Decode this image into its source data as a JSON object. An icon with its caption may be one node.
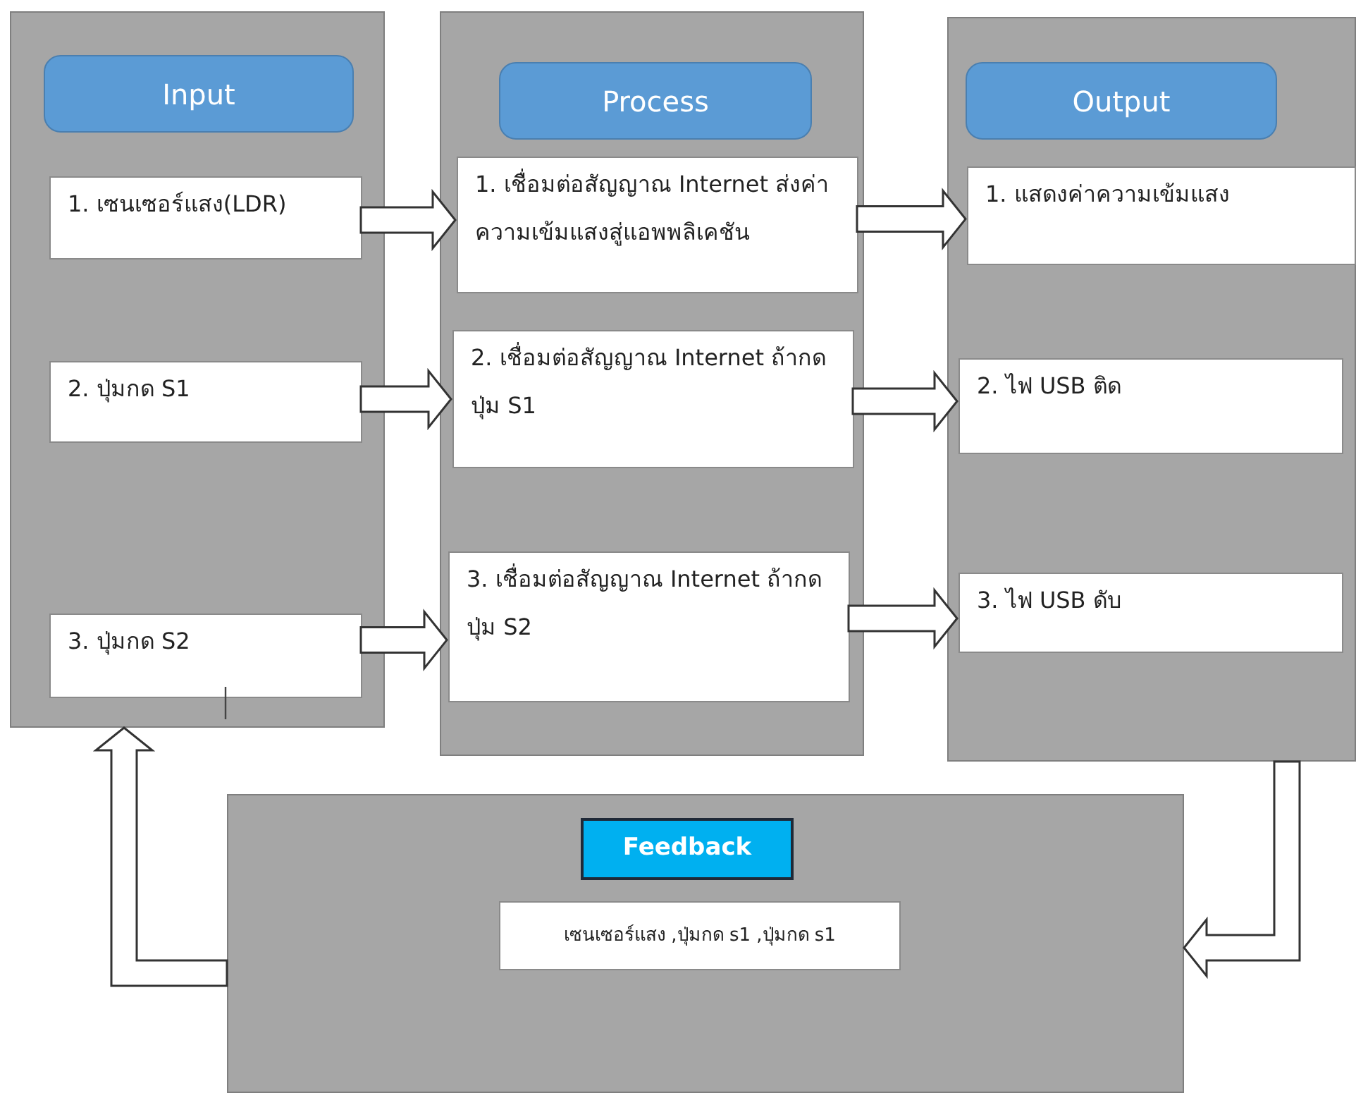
{
  "diagram": {
    "nodes": [
      {
        "text": [],
        "shape": "box"
      },
      {
        "text": [
          "Input"
        ],
        "in": 0
      },
      {
        "text": [
          "1. เซนเซอร์แสง(LDR)"
        ],
        "in": 0
      },
      {
        "text": [
          "2. ปุ่มกด S1"
        ],
        "in": 0
      },
      {
        "text": [
          "3. ปุ่มกด S2"
        ],
        "in": 0
      },
      {
        "text": [],
        "shape": "box"
      },
      {
        "text": [
          "Process"
        ],
        "in": 5
      },
      {
        "text": [
          "1. เชื่อมต่อสัญญาณ Internet ส่งค่าความเข้มแสงสู่แอพพลิเคชัน"
        ],
        "in": 5
      },
      {
        "text": [
          "2. เชื่อมต่อสัญญาณ Internet ถ้ากดปุ่ม S1"
        ],
        "in": 5
      },
      {
        "text": [
          "3. เชื่อมต่อสัญญาณ Internet ถ้ากดปุ่ม S2"
        ],
        "in": 5
      },
      {
        "text": [],
        "shape": "box"
      },
      {
        "text": [
          "Output"
        ],
        "in": 10
      },
      {
        "text": [
          "1. แสดงค่าความเข้มแสง"
        ],
        "in": 10
      },
      {
        "text": [
          "2. ไฟ USB ติด"
        ],
        "in": 10
      },
      {
        "text": [
          "3. ไฟ USB ดับ"
        ],
        "in": 10
      },
      {
        "text": [],
        "shape": "box"
      },
      {
        "text": [
          "Feedback"
        ],
        "in": 15
      },
      {
        "text": [
          "เซนเซอร์แสง ,ปุ่มกด s1 ,ปุ่มกด s1"
        ],
        "in": 15
      }
    ],
    "edges": [
      {
        "from": 2,
        "to": 7,
        "arrow": "to"
      },
      {
        "from": 3,
        "to": 8,
        "arrow": "to"
      },
      {
        "from": 4,
        "to": 9,
        "arrow": "to"
      },
      {
        "from": 7,
        "to": 12,
        "arrow": "to"
      },
      {
        "from": 8,
        "to": 13,
        "arrow": "to"
      },
      {
        "from": 9,
        "to": 14,
        "arrow": "to"
      },
      {
        "from": 10,
        "to": 15,
        "arrow": "to"
      },
      {
        "from": 15,
        "to": 0,
        "arrow": "to"
      }
    ]
  }
}
